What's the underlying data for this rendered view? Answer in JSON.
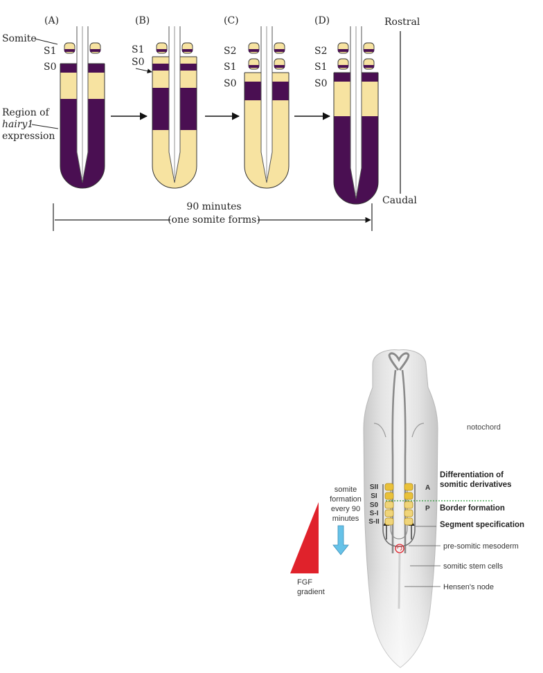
{
  "top": {
    "panels": [
      {
        "label": "(A)",
        "stages": [
          "S1",
          "S0"
        ]
      },
      {
        "label": "(B)",
        "stages": [
          "S1",
          "S0"
        ]
      },
      {
        "label": "(C)",
        "stages": [
          "S2",
          "S1",
          "S0"
        ]
      },
      {
        "label": "(D)",
        "stages": [
          "S2",
          "S1",
          "S0"
        ]
      }
    ],
    "somite_label": "Somite",
    "region_label_line1": "Region of",
    "region_label_line2": "hairy1",
    "region_label_line3": "expression",
    "rostral": "Rostral",
    "caudal": "Caudal",
    "duration_line1": "90 minutes",
    "duration_line2": "(one somite forms)"
  },
  "bottom": {
    "notochord": "notochord",
    "somite_formation": [
      "somite",
      "formation",
      "every 90",
      "minutes"
    ],
    "fgf": [
      "FGF",
      "gradient"
    ],
    "somite_rows": [
      "SII",
      "SI",
      "S0",
      "S-I",
      "S-II"
    ],
    "axis_a": "A",
    "axis_p": "P",
    "diff_line1": "Differentiation of",
    "diff_line2": "somitic derivatives",
    "border": "Border formation",
    "segment": "Segment specification",
    "presomitic": "pre-somitic mesoderm",
    "stem_cells": "somitic stem cells",
    "hensens": "Hensen's node"
  },
  "colors": {
    "purple": "#4a0f52",
    "yellow": "#f7e3a1",
    "somite_yellow": "#e9c13a",
    "fgf_red": "#e0222b",
    "arrow_blue": "#66c2e8",
    "border_green": "#2e9a3a"
  }
}
